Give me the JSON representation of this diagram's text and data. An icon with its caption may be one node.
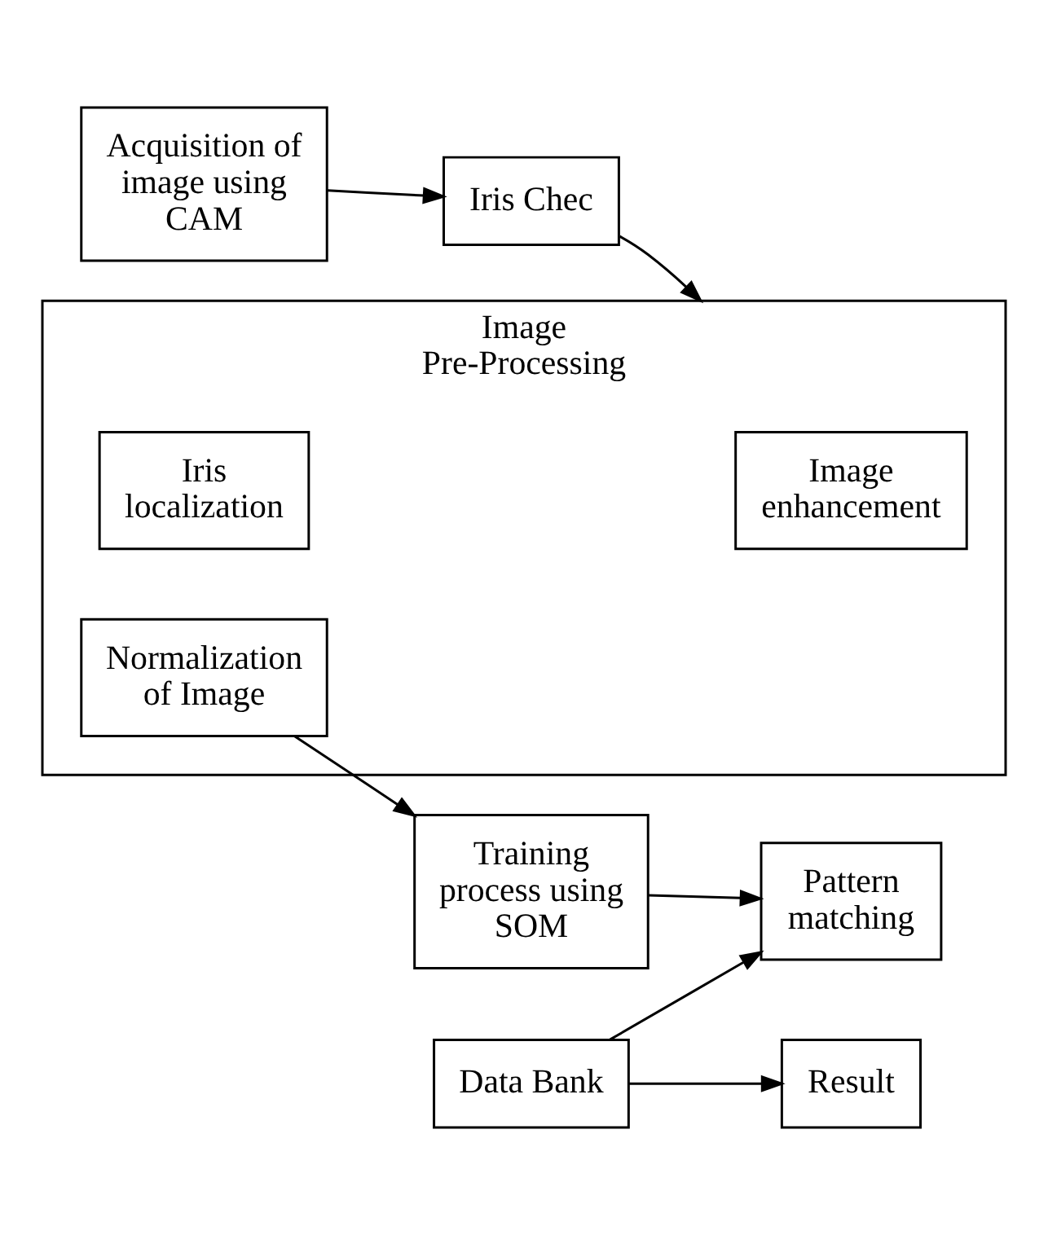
{
  "diagram": {
    "nodes": [
      {
        "text": [
          "Acquisition of image using CAM"
        ]
      },
      {
        "text": [
          "Iris Chec"
        ]
      },
      {
        "text": [
          "Image Pre-Processing"
        ]
      },
      {
        "text": [
          "Image enhancement"
        ],
        "in": 2
      },
      {
        "text": [
          "Iris localization"
        ],
        "in": 2
      },
      {
        "text": [
          "Normalization of Image"
        ],
        "in": 2
      },
      {
        "text": [
          "Data Bank"
        ]
      },
      {
        "text": [
          "Pattern matching"
        ]
      },
      {
        "text": [
          "Training process using SOM"
        ]
      },
      {
        "text": [
          "Result"
        ]
      }
    ],
    "edges": [
      {
        "from": 0,
        "to": 1,
        "arrow": "to"
      },
      {
        "from": 1,
        "to": 2,
        "arrow": "to"
      },
      {
        "from": 5,
        "to": 8,
        "arrow": "to"
      },
      {
        "from": 8,
        "to": 7,
        "arrow": "to"
      },
      {
        "from": 6,
        "to": 7,
        "arrow": "to"
      },
      {
        "from": 6,
        "to": 9,
        "arrow": "to"
      }
    ]
  }
}
